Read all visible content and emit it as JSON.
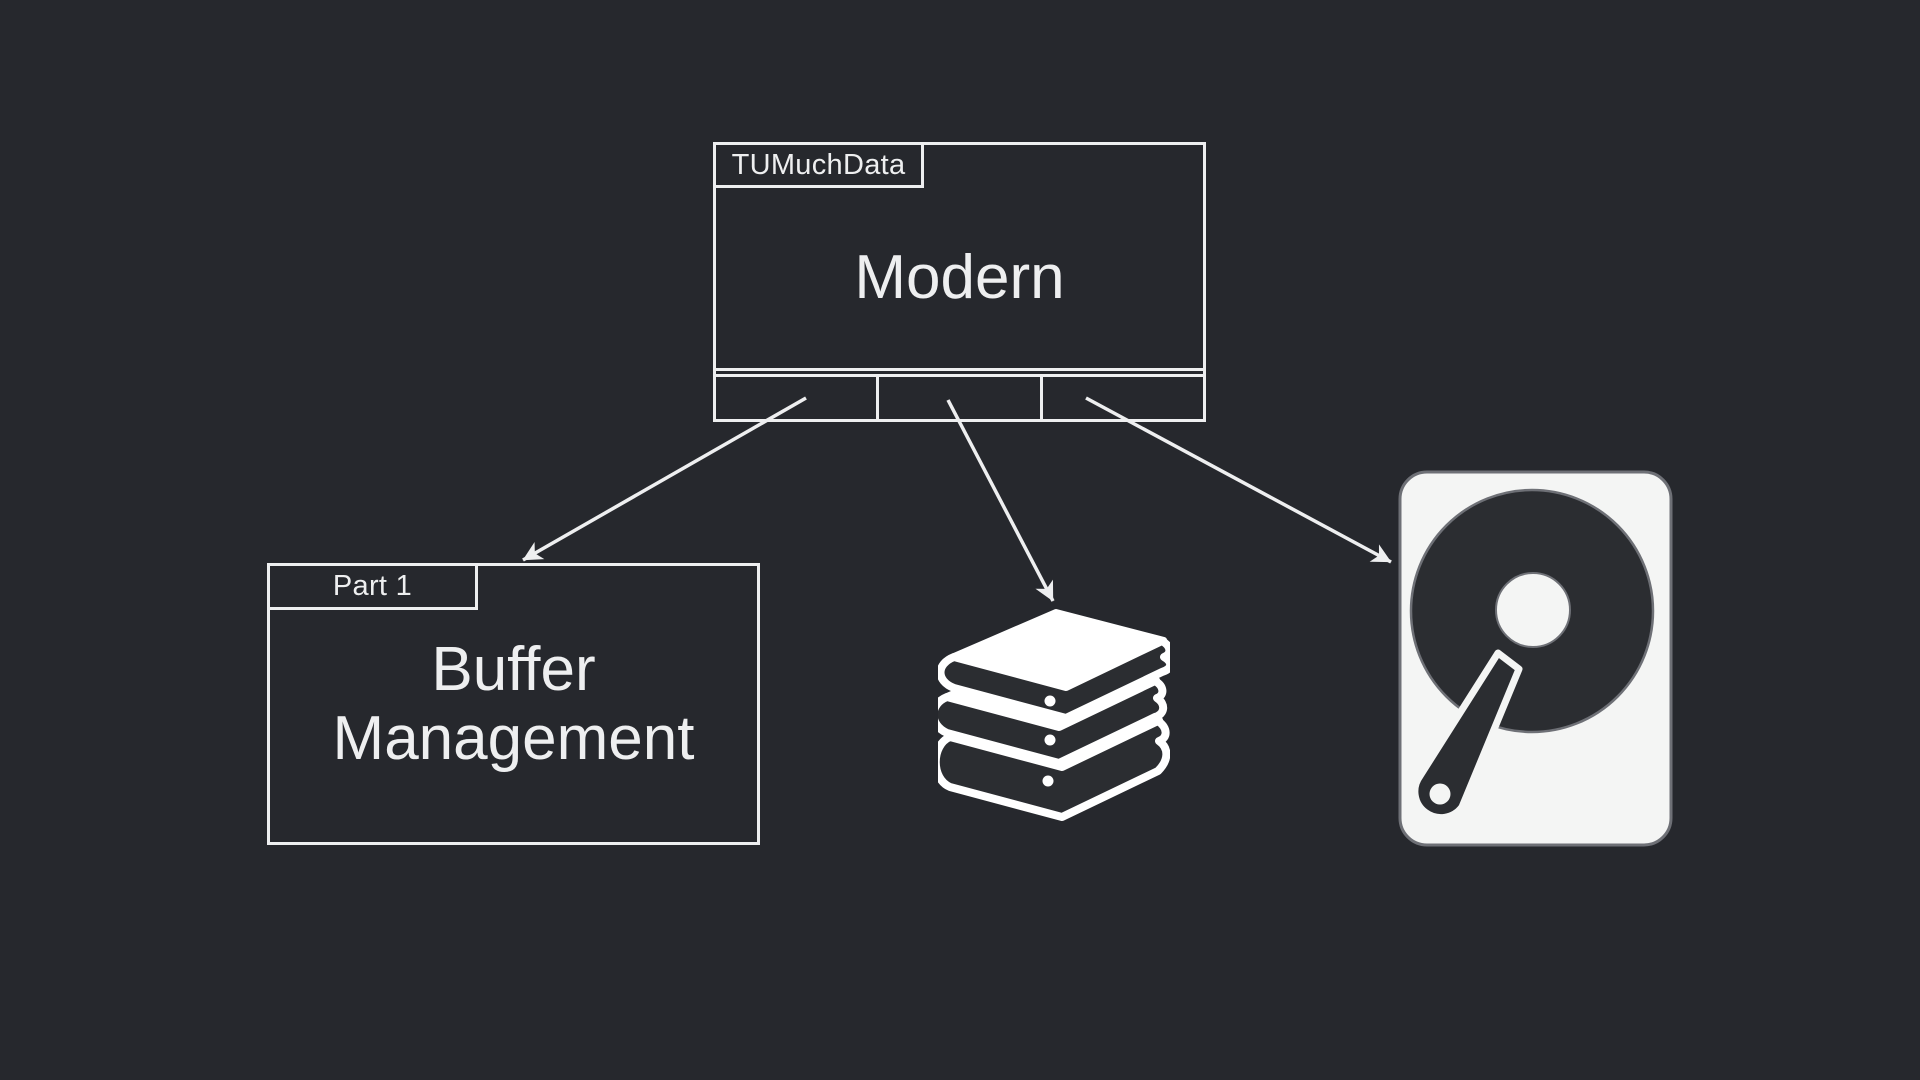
{
  "colors": {
    "background": "#26282d",
    "stroke": "#eeeff0",
    "text": "#eeeff0",
    "icon_white": "#ffffff",
    "hdd_body": "#f4f5f4",
    "hdd_platter": "#2b2d31",
    "hdd_ring": "#6e7076"
  },
  "nodes": {
    "modern": {
      "tab": "TUMuchData",
      "title": "Modern",
      "footer_cells": 3
    },
    "part1": {
      "tab": "Part 1",
      "title": "Buffer Management"
    },
    "books": {
      "icon": "books-stack-icon"
    },
    "hdd": {
      "icon": "hard-disk-icon"
    }
  },
  "edges": [
    {
      "from": "modern",
      "to": "part1"
    },
    {
      "from": "modern",
      "to": "books"
    },
    {
      "from": "modern",
      "to": "hdd"
    }
  ]
}
